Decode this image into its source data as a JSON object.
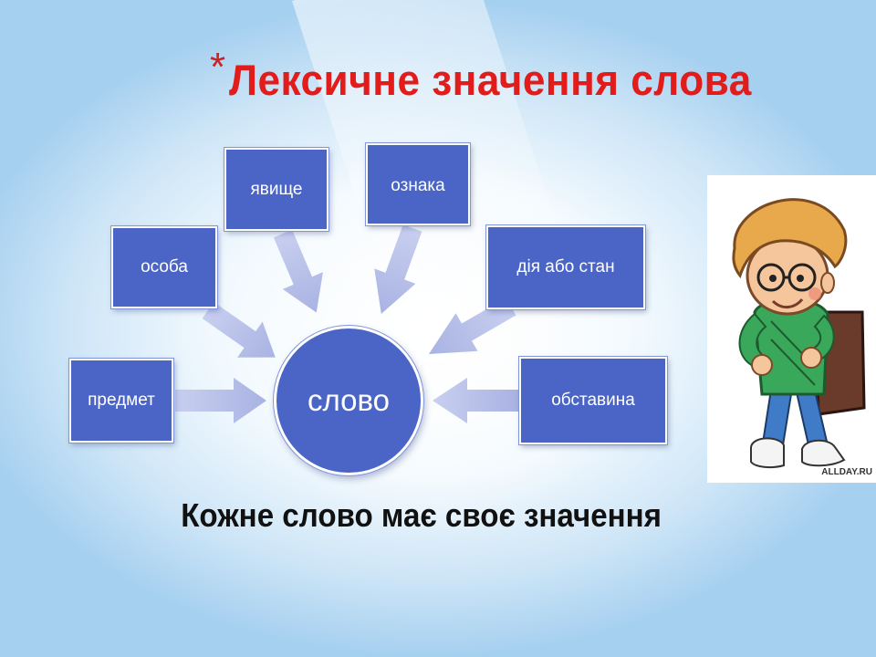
{
  "title": "Лексичне значення слова",
  "bullet": "*",
  "center_label": "слово",
  "nodes": {
    "predmet": "предмет",
    "osoba": "особа",
    "yavyshche": "явище",
    "oznaka": "ознака",
    "diya": "дія або стан",
    "obstavyna": "обставина"
  },
  "subtitle": "Кожне слово має своє значення",
  "watermark": "ALLDAY.RU",
  "colors": {
    "title": "#e21b1b",
    "box": "#4a65c6",
    "arrow": "#b3bce6"
  }
}
